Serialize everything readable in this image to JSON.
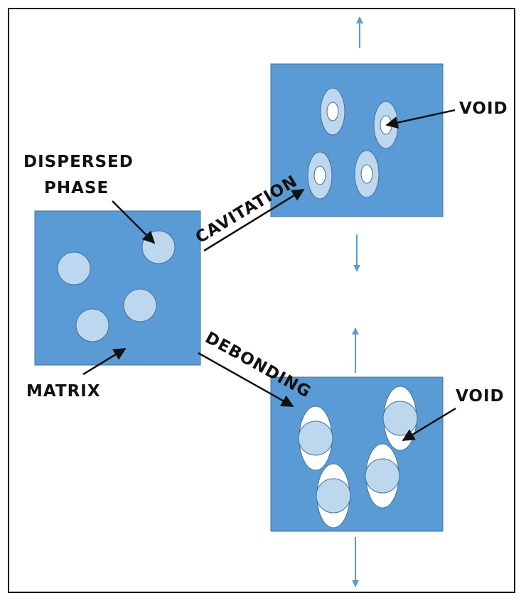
{
  "labels": {
    "dispersed_line1": "DISPERSED",
    "dispersed_line2": "PHASE",
    "matrix": "MATRIX",
    "cavitation": "CAVITATION",
    "debonding": "DEBONDING",
    "void_top": "VOID",
    "void_bottom": "VOID"
  },
  "colors": {
    "matrix_fill": "#5B9BD5",
    "matrix_stroke": "#41719C",
    "particle_fill": "#BDD7EE",
    "void_fill": "#ffffff",
    "tension_arrow": "#5B9BD5",
    "label_arrow": "#111111"
  }
}
